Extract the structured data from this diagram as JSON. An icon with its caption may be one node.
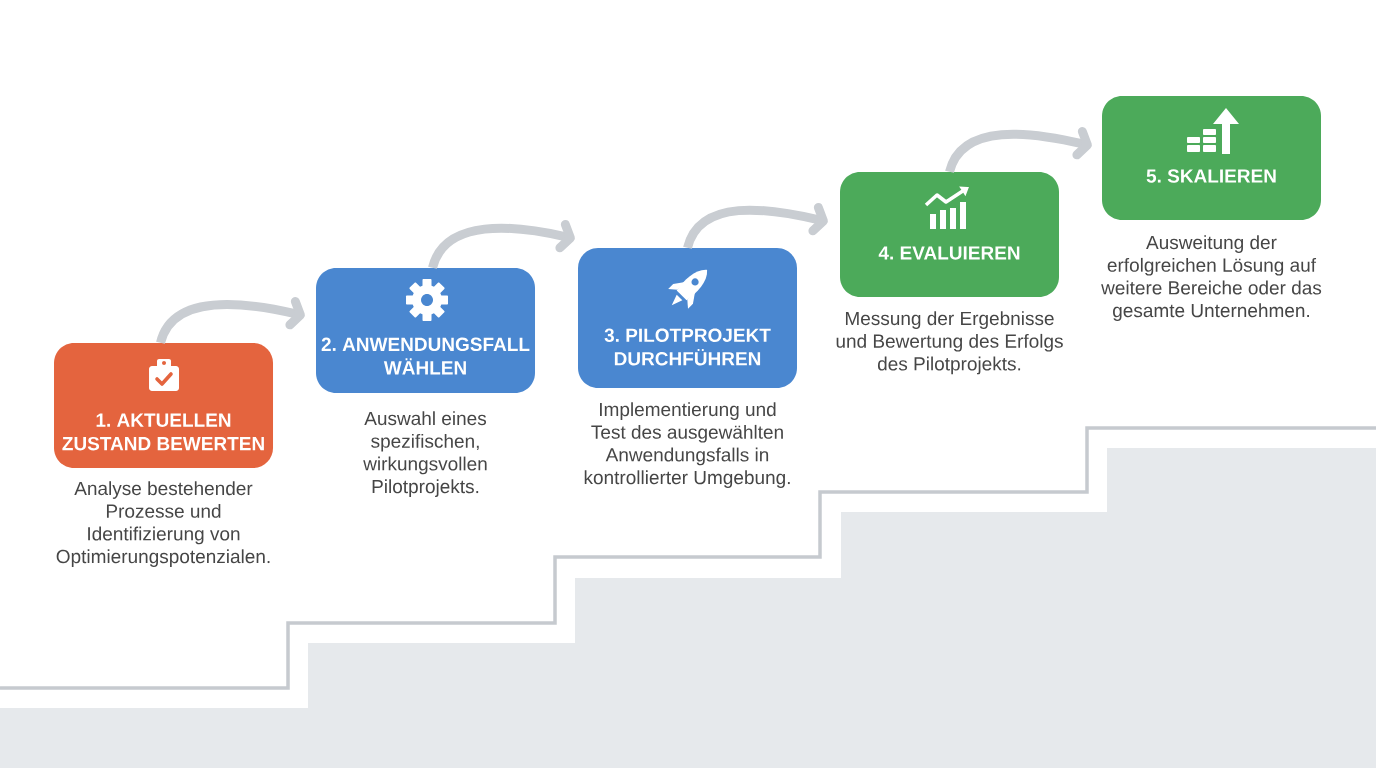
{
  "diagram": {
    "nodes": [
      {
        "text": [
          "1. AKTUELLEN ZUSTAND BEWERTEN"
        ],
        "beside": [
          "Analyse bestehender Prozesse und Identifizierung von Optimierungspotenzialen."
        ]
      },
      {
        "text": [
          "2. ANWENDUNGSFALL WÄHLEN"
        ],
        "beside": [
          "Auswahl eines spezifischen, wirkungsvollen Pilotprojekts."
        ]
      },
      {
        "text": [
          "3. PILOTPROJEKT DURCHFÜHREN"
        ],
        "beside": [
          "Implementierung und Test des ausgewählten Anwendungsfalls in kontrollierter Umgebung."
        ]
      },
      {
        "text": [
          "4. EVALUIEREN"
        ],
        "beside": [
          "Messung der Ergebnisse und Bewertung des Erfolgs des Pilotprojekts."
        ]
      },
      {
        "text": [
          "5. SKALIEREN"
        ],
        "beside": [
          "Ausweitung der erfolgreichen Lösung auf weitere Bereiche oder das gesamte Unternehmen."
        ]
      }
    ],
    "edges": [
      {
        "from": 0,
        "to": 1,
        "arrow": "to"
      },
      {
        "from": 1,
        "to": 2,
        "arrow": "to"
      },
      {
        "from": 2,
        "to": 3,
        "arrow": "to"
      },
      {
        "from": 3,
        "to": 4,
        "arrow": "to"
      }
    ]
  }
}
